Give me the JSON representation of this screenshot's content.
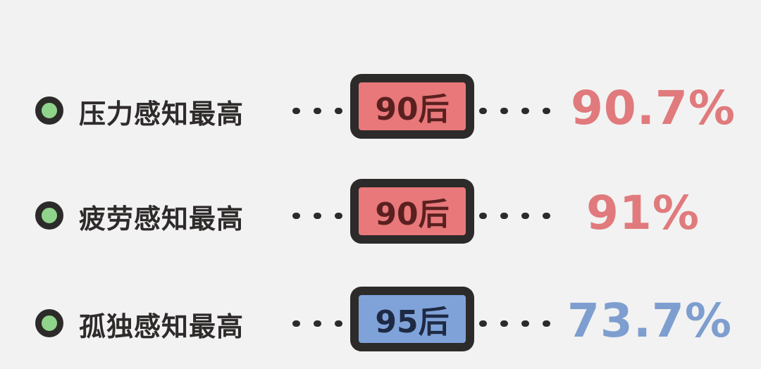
{
  "colors": {
    "background": "#f2f2f2",
    "outline": "#2d2a2a",
    "bullet_fill": "#8fd48a",
    "red_badge": "#e8787a",
    "red_text": "#5a2020",
    "red_value": "#e07a7c",
    "blue_badge": "#7fa3d9",
    "blue_text": "#1e2a44",
    "blue_value": "#7e9ecf"
  },
  "rows": [
    {
      "label": "压力感知最高",
      "badge": "90后",
      "value": "90.7%",
      "theme": "red"
    },
    {
      "label": "疲劳感知最高",
      "badge": "90后",
      "value": "91%",
      "theme": "red"
    },
    {
      "label": "孤独感知最高",
      "badge": "95后",
      "value": "73.7%",
      "theme": "blue"
    }
  ]
}
